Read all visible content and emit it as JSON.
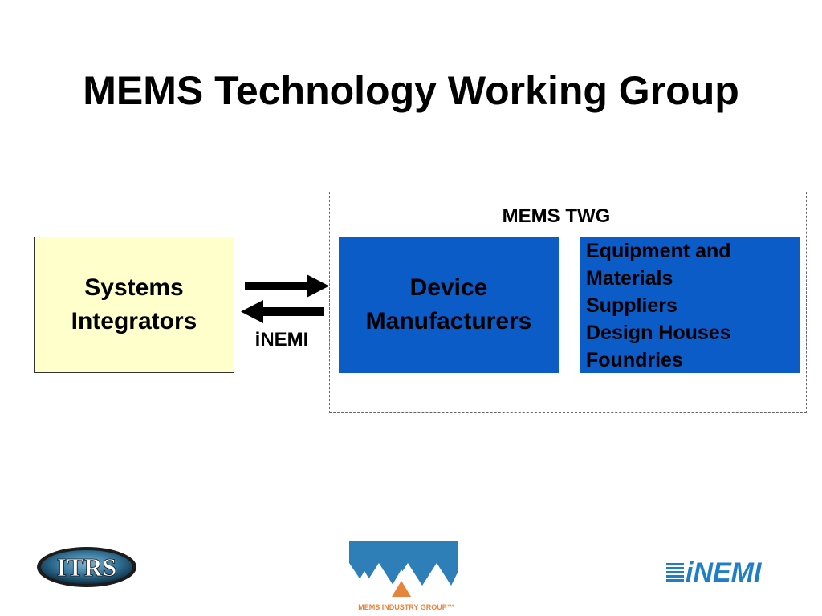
{
  "slide": {
    "title": "MEMS Technology Working Group"
  },
  "twg": {
    "label": "MEMS TWG"
  },
  "boxes": {
    "systems": {
      "line1": "Systems",
      "line2": "Integrators"
    },
    "device": {
      "line1": "Device",
      "line2": "Manufacturers"
    },
    "suppliers": {
      "lines": [
        "Equipment and",
        "Materials",
        "Suppliers",
        "Design Houses",
        "Foundries"
      ]
    }
  },
  "connector": {
    "label": "iNEMI"
  },
  "logos": {
    "itrs": "ITRS",
    "mig": "MEMS INDUSTRY GROUP™",
    "inemi": "iNEMI"
  },
  "colors": {
    "device_box": "#0b5cc6",
    "systems_box": "#ffffcc",
    "mig_blue": "#2e7fb8",
    "mig_orange": "#e8833a",
    "inemi_blue": "#1f7fc6"
  }
}
